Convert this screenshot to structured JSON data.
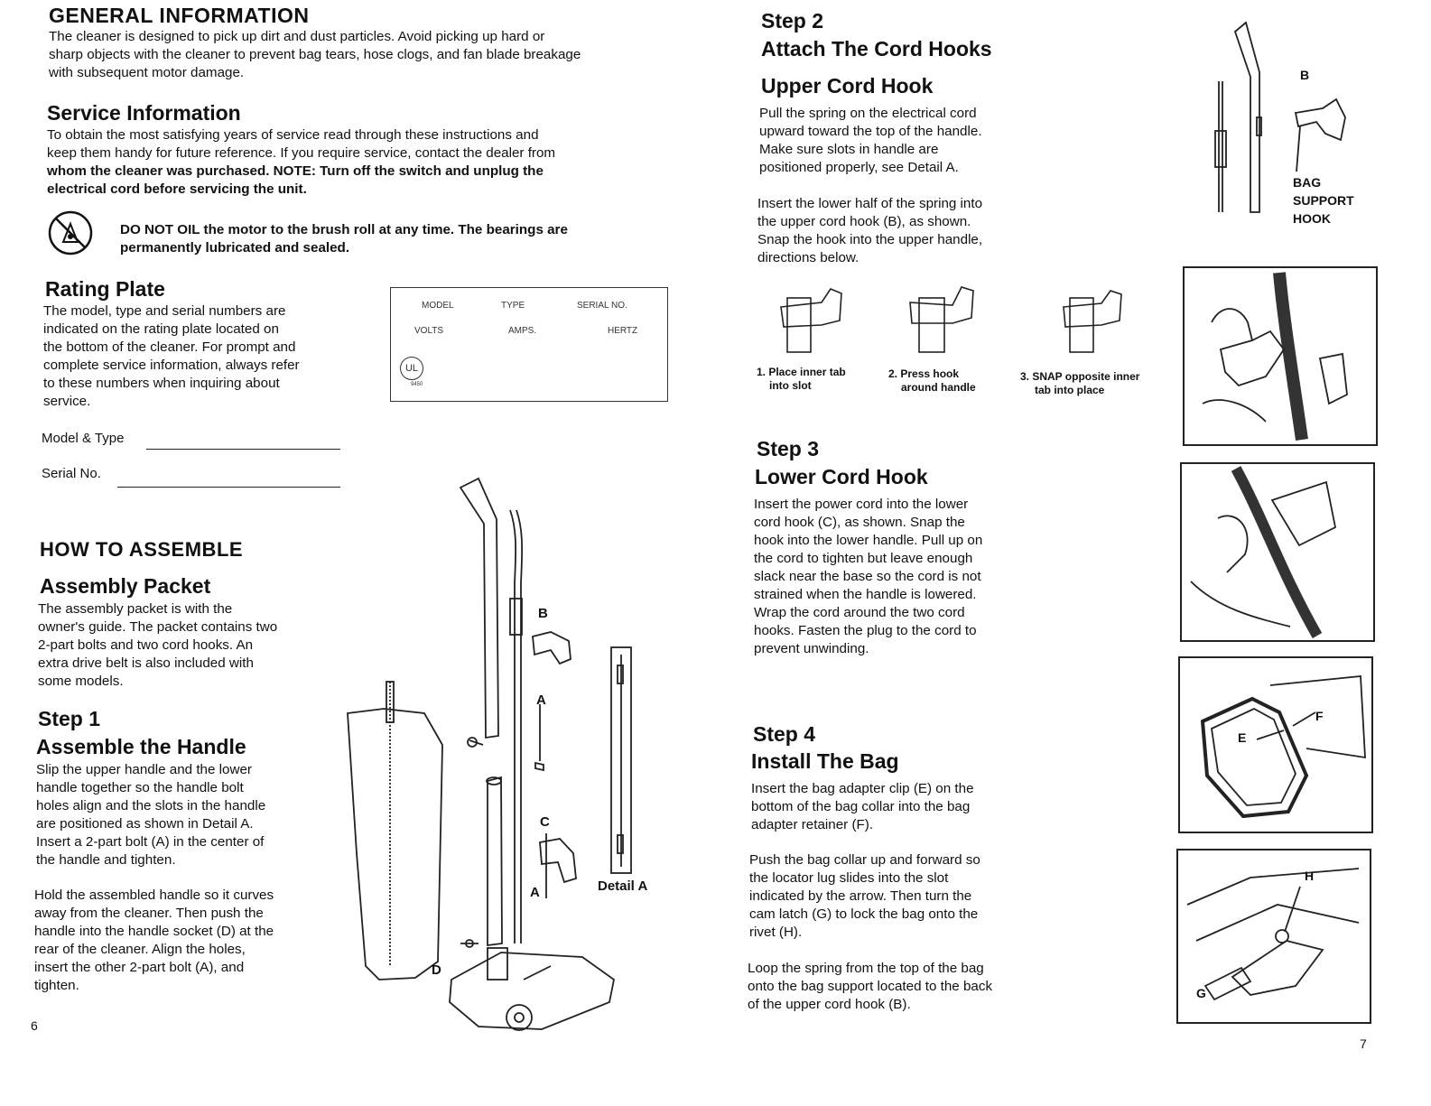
{
  "left_page": {
    "general": {
      "title": "GENERAL INFORMATION",
      "lines": [
        "The cleaner is designed to pick up dirt and dust particles. Avoid picking up hard or",
        "sharp objects with the cleaner to prevent bag tears, hose clogs, and fan blade breakage",
        "with subsequent motor damage."
      ]
    },
    "service": {
      "title": "Service Information",
      "lines": [
        "To obtain the most satisfying years of service read through these instructions and",
        "keep them handy for future reference. If you require service, contact the dealer from",
        "whom the cleaner was purchased. NOTE: Turn off the switch and unplug the",
        "electrical cord before servicing the unit."
      ],
      "warning_lines": [
        "DO NOT OIL the motor to the brush roll at any time. The bearings are",
        "permanently lubricated and sealed."
      ]
    },
    "rating": {
      "title": "Rating Plate",
      "lines": [
        "The model, type and serial numbers are",
        "indicated on the rating plate located on",
        "the bottom of the cleaner. For prompt and",
        "complete service information, always refer",
        "to these numbers when inquiring about",
        "service."
      ],
      "plate": {
        "model": "MODEL",
        "type": "TYPE",
        "serial": "SERIAL NO.",
        "volts": "VOLTS",
        "amps": "AMPS.",
        "hertz": "HERTZ",
        "ul_mark": "UL",
        "ul_code": "9450"
      },
      "model_type_label": "Model & Type",
      "serial_label": "Serial No."
    },
    "assemble": {
      "title": "HOW TO ASSEMBLE",
      "packet_title": "Assembly Packet",
      "packet_lines": [
        "The assembly packet is with the",
        "owner's guide. The packet contains two",
        "2-part bolts and two cord hooks. An",
        "extra drive belt is also included with",
        "some models."
      ],
      "step1_label": "Step 1",
      "step1_title": "Assemble the Handle",
      "step1_lines_a": [
        "Slip the upper handle and the lower",
        "handle together so the handle bolt",
        "holes align and the slots in the handle",
        "are positioned as shown in Detail A.",
        "Insert a 2-part bolt (A) in the center of",
        "the handle and tighten."
      ],
      "step1_lines_b": [
        "Hold the assembled handle so it curves",
        "away from the cleaner. Then push the",
        "handle into the handle socket (D) at the",
        "rear of the cleaner. Align the holes,",
        "insert the other 2-part bolt (A), and",
        "tighten."
      ]
    },
    "diagram_labels": {
      "b": "B",
      "a1": "A",
      "c": "C",
      "a2": "A",
      "d": "D",
      "detail": "Detail A"
    },
    "page_number": "6"
  },
  "right_page": {
    "step2": {
      "label": "Step 2",
      "title": "Attach The Cord Hooks",
      "sub": "Upper Cord Hook",
      "lines_a": [
        "Pull the spring on the electrical cord",
        "upward toward the top of the handle.",
        "Make sure slots in handle are",
        "positioned properly, see Detail A."
      ],
      "lines_b": [
        "Insert the lower half of the spring into",
        "the upper cord hook (B), as shown.",
        "Snap the hook into the upper handle,",
        "directions below."
      ],
      "captions": [
        [
          "1. Place inner tab",
          "into slot"
        ],
        [
          "2. Press hook",
          "around handle"
        ],
        [
          "3. SNAP opposite inner",
          "tab into place"
        ]
      ]
    },
    "bag_support": {
      "letter": "B",
      "lines": [
        "BAG",
        "SUPPORT",
        "HOOK"
      ]
    },
    "step3": {
      "label": "Step 3",
      "title": "Lower Cord Hook",
      "lines": [
        "Insert the power cord into the lower",
        "cord hook (C), as shown. Snap the",
        "hook into the lower handle. Pull up on",
        "the cord to tighten but leave enough",
        "slack near the base so the cord is not",
        "strained when the handle is lowered.",
        "Wrap the cord around the two cord",
        "hooks. Fasten the plug to the cord to",
        "prevent unwinding."
      ]
    },
    "step4": {
      "label": "Step 4",
      "title": "Install The Bag",
      "lines_a": [
        "Insert the bag adapter clip (E) on the",
        "bottom of the bag collar into the bag",
        "adapter retainer (F)."
      ],
      "lines_b": [
        "Push the bag collar up and forward so",
        "the locator lug slides into the slot",
        "indicated by the arrow. Then turn the",
        "cam latch (G) to lock the bag onto the",
        "rivet (H)."
      ],
      "lines_c": [
        "Loop the spring from the top of the bag",
        "onto the bag support located to the back",
        "of the upper cord hook (B)."
      ]
    },
    "figure_labels": {
      "e": "E",
      "f": "F",
      "h": "H",
      "g": "G"
    },
    "page_number": "7"
  }
}
